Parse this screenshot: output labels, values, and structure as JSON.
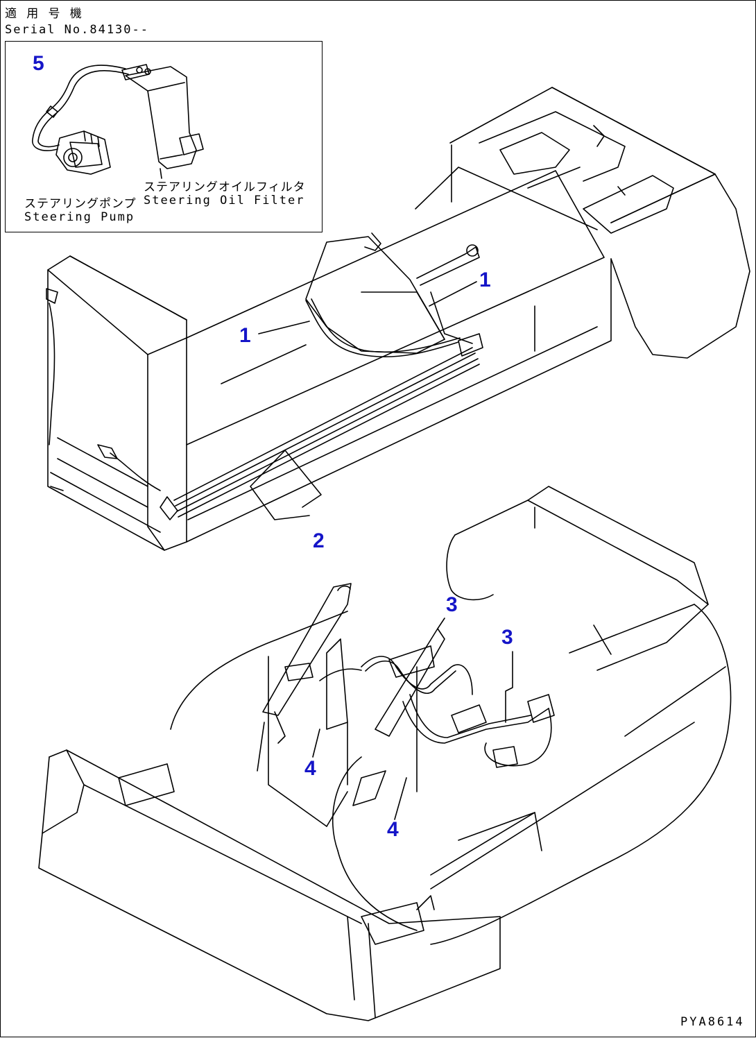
{
  "header": {
    "title_jp": "適 用 号 機",
    "serial": "Serial No.84130--"
  },
  "inset": {
    "filter_jp": "ステアリングオイルフィルタ",
    "filter_en": "Steering Oil Filter",
    "pump_jp": "ステアリングポンプ",
    "pump_en": "Steering Pump"
  },
  "callouts": [
    "5",
    "1",
    "1",
    "2",
    "3",
    "3",
    "4",
    "4"
  ],
  "drawing_code": "PYA8614"
}
